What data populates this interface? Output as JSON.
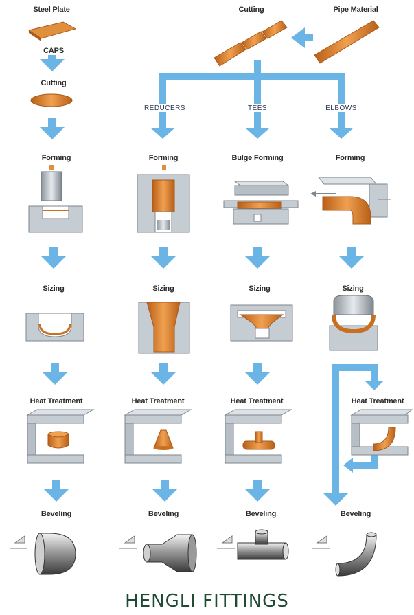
{
  "labels": {
    "steel_plate": "Steel Plate",
    "caps": "CAPS",
    "cutting_left": "Cutting",
    "cutting_top": "Cutting",
    "pipe_material": "Pipe Material",
    "reducers": "REDUCERS",
    "tees": "TEES",
    "elbows": "ELBOWS",
    "forming": "Forming",
    "bulge_forming": "Bulge Forming",
    "sizing": "Sizing",
    "heat_treatment": "Heat Treatment",
    "beveling": "Beveling"
  },
  "footer": {
    "title": "HENGLI FITTINGS"
  },
  "colors": {
    "arrow": "#6ab4e6",
    "copper": "#d57a2a",
    "steel": "#b9c0c7",
    "title": "#1f4b35"
  }
}
